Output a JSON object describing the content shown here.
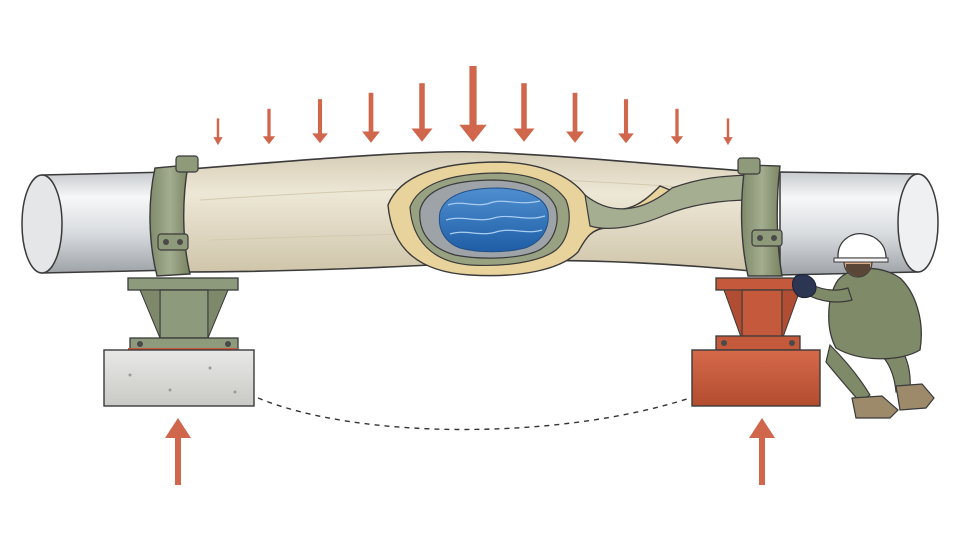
{
  "diagram": {
    "colors": {
      "background": "#ffffff",
      "load_arrow": "#d0664c",
      "reaction_arrow": "#d0664c",
      "pipe_steel_light": "#f3f4f5",
      "pipe_steel_dark": "#9ea3a8",
      "insulation": "#e6dfcc",
      "insulation_shadow": "#cfc6ad",
      "cutaway_lining": "#e9d39c",
      "cutaway_green": "#9aa386",
      "water": "#2f6fb5",
      "clamp_green": "#8f9a7b",
      "support_green": "#8e9a7c",
      "support_red": "#c45a3b",
      "concrete": "#d9d9d7",
      "deflection_line": "#333333",
      "worker_suit": "#7e8a68",
      "worker_helmet": "#ffffff",
      "worker_boots": "#9c8a6a",
      "outline": "#3a3a3a"
    },
    "icons": {
      "distributed_load": "down-arrow-icon",
      "reaction_force": "up-arrow-icon",
      "worker": "worker-figure",
      "left_support": "concrete-pier-with-steel-saddle",
      "right_support": "red-pier-with-steel-saddle"
    },
    "distributed_load": {
      "relative_magnitudes": [
        0.15,
        0.3,
        0.45,
        0.55,
        0.7,
        1.0,
        0.7,
        0.55,
        0.45,
        0.3,
        0.15
      ]
    },
    "reactions": {
      "count": 2
    },
    "deflection_curve": {
      "style": "dashed"
    }
  }
}
